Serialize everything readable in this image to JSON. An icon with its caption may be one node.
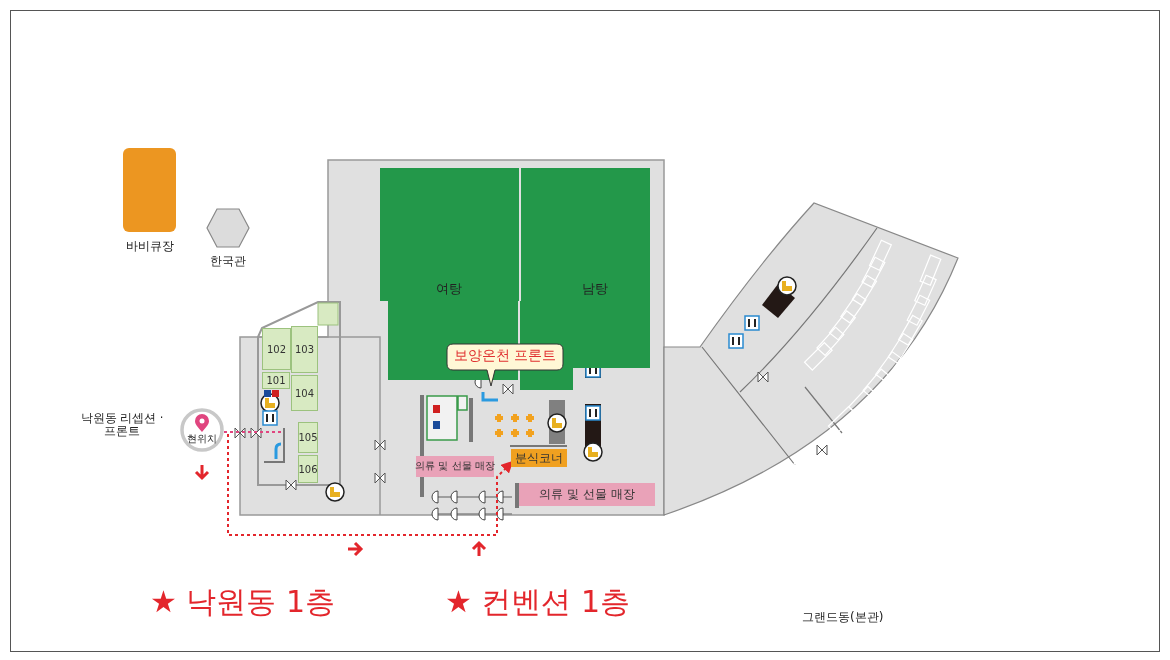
{
  "diagram": {
    "nodes": [
      {
        "text": [
          "바비큐장"
        ]
      },
      {
        "text": [
          "한국관"
        ]
      },
      {
        "text": [
          "여탕"
        ]
      },
      {
        "text": [
          "남탕"
        ]
      },
      {
        "text": [
          "보양온천 프론트"
        ]
      },
      {
        "text": [
          "102"
        ]
      },
      {
        "text": [
          "101"
        ]
      },
      {
        "text": [
          "103"
        ]
      },
      {
        "text": [
          "104"
        ]
      },
      {
        "text": [
          "105"
        ]
      },
      {
        "text": [
          "106"
        ]
      },
      {
        "text": [
          "현위치"
        ],
        "beside": [
          "낙원동 리셉션 · 프론트"
        ]
      },
      {
        "text": [
          "의류 및 선물 매장"
        ]
      },
      {
        "text": [
          "분식코너"
        ]
      },
      {
        "text": [
          "의류 및 선물 매장"
        ]
      },
      {
        "text": [],
        "shape": "box"
      }
    ],
    "edges": [
      {
        "from": 11,
        "to": 13,
        "arrow": "to",
        "style": "dashed",
        "color": "#e3262c"
      },
      {
        "from": 11,
        "to": 15,
        "arrow": "none",
        "style": "dashed",
        "color": "#e0457f"
      }
    ],
    "labels": [
      "★ 낙원동 1층",
      "★ 컨벤션 1층",
      "그랜드동(본관)"
    ]
  }
}
